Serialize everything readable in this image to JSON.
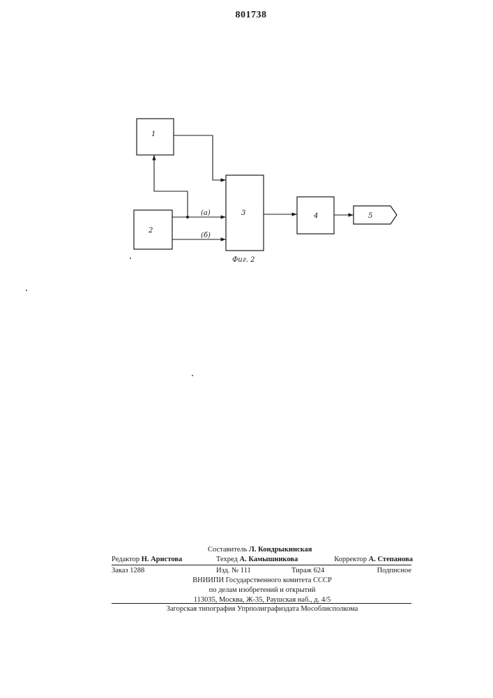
{
  "header": {
    "patent_number": "801738"
  },
  "diagram": {
    "blocks": [
      {
        "id": "1",
        "label": "1"
      },
      {
        "id": "2",
        "label": "2"
      },
      {
        "id": "3",
        "label": "3"
      },
      {
        "id": "4",
        "label": "4"
      },
      {
        "id": "5",
        "label": "5"
      }
    ],
    "signal_labels": {
      "a": "(a)",
      "b": "(б)"
    },
    "caption": "Фиг. 2"
  },
  "colophon": {
    "compiler_label": "Составитель",
    "compiler_name": "Л. Кондрыкинская",
    "editor_label": "Редактор",
    "editor_name": "Н. Аристова",
    "techred_label": "Техред",
    "techred_name": "А. Камышникова",
    "corrector_label": "Корректор",
    "corrector_name": "А. Степанова",
    "order": "Заказ 1288",
    "edition": "Изд. № 111",
    "circulation": "Тираж 624",
    "subscription": "Подписное",
    "institute_line1": "ВНИИПИ Государственного комитета СССР",
    "institute_line2": "по делам изобретений и открытий",
    "address": "113035, Москва, Ж-35, Раушская наб., д. 4/5",
    "printer": "Загорская типография Упрполиграфиздата Мособлисполкома"
  }
}
